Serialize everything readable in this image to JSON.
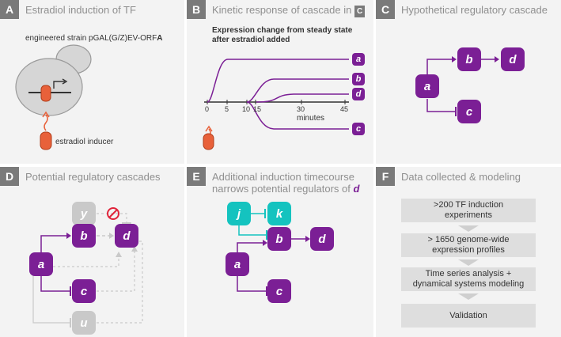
{
  "panels": {
    "a": {
      "letter": "A",
      "title": "Estradiol induction of TF",
      "strain": "engineered strain pGAL(G/Z)EV-ORF",
      "strain_bold": "A",
      "inducer": "estradiol inducer"
    },
    "b": {
      "letter": "B",
      "title": "Kinetic response of cascade in",
      "title_tag": "C",
      "subtitle_line1": "Expression change from steady state",
      "subtitle_line2": "after estradiol added",
      "ticks": [
        "0",
        "5",
        "10",
        "15",
        "30",
        "45"
      ],
      "xlabel": "minutes",
      "curve_labels": [
        "a",
        "b",
        "d",
        "c"
      ]
    },
    "c": {
      "letter": "C",
      "title": "Hypothetical regulatory cascade",
      "nodes": [
        "a",
        "b",
        "c",
        "d"
      ]
    },
    "d": {
      "letter": "D",
      "title": "Potential regulatory cascades",
      "nodes": [
        "y",
        "b",
        "d",
        "a",
        "c",
        "u"
      ]
    },
    "e": {
      "letter": "E",
      "title_line1": "Additional induction timecourse",
      "title_line2": "narrows potential regulators of",
      "title_tag": "d",
      "nodes": [
        "j",
        "k",
        "b",
        "d",
        "a",
        "c"
      ]
    },
    "f": {
      "letter": "F",
      "title": "Data collected & modeling",
      "steps": [
        ">200 TF induction\nexperiments",
        "> 1650 genome-wide\nexpression profiles",
        "Time series analysis +\ndynamical systems modeling",
        "Validation"
      ]
    }
  },
  "colors": {
    "purple": "#7b1f95",
    "cyan": "#14c3bf",
    "grey": "#c9c9c9",
    "orange": "#e8613a",
    "label_bg": "#7a7a7a"
  }
}
